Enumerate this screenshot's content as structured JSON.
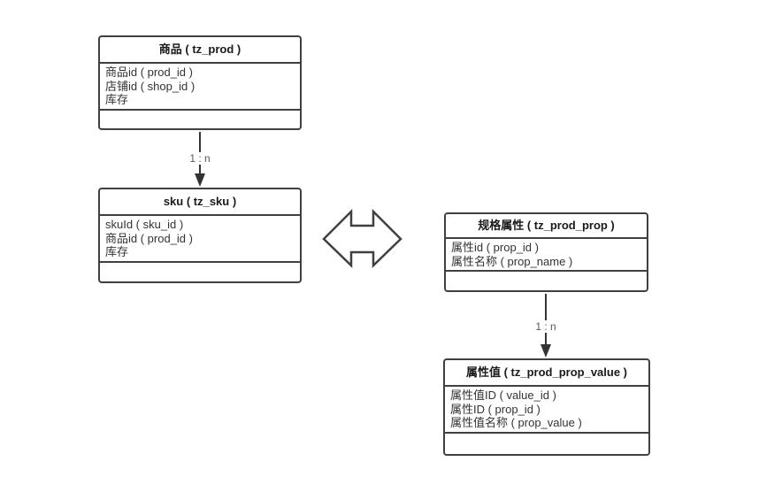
{
  "diagram": {
    "background_color": "#ffffff",
    "shape_border_color": "#404040",
    "field_text_color": "#333333",
    "edge_label_color": "#595959",
    "tables": [
      {
        "id": "prod",
        "title": "商品 ( tz_prod )",
        "fields": [
          "商品id ( prod_id )",
          "店铺id ( shop_id )",
          "库存"
        ]
      },
      {
        "id": "sku",
        "title": "sku ( tz_sku )",
        "fields": [
          "skuId ( sku_id )",
          "商品id ( prod_id )",
          "库存"
        ]
      },
      {
        "id": "prod_prop",
        "title": "规格属性 ( tz_prod_prop )",
        "fields": [
          "属性id ( prop_id )",
          "属性名称 ( prop_name )"
        ]
      },
      {
        "id": "prod_prop_value",
        "title": "属性值 ( tz_prod_prop_value )",
        "fields": [
          "属性值ID ( value_id )",
          "属性ID ( prop_id )",
          "属性值名称 ( prop_value )"
        ]
      }
    ],
    "connectors": [
      {
        "from": "prod",
        "to": "sku",
        "label": "1 : n",
        "type": "arrow-down"
      },
      {
        "from": "prod_prop",
        "to": "prod_prop_value",
        "label": "1 : n",
        "type": "arrow-down"
      },
      {
        "from": "sku",
        "to": "prod_prop",
        "type": "double-arrow-horizontal",
        "label": ""
      }
    ]
  }
}
